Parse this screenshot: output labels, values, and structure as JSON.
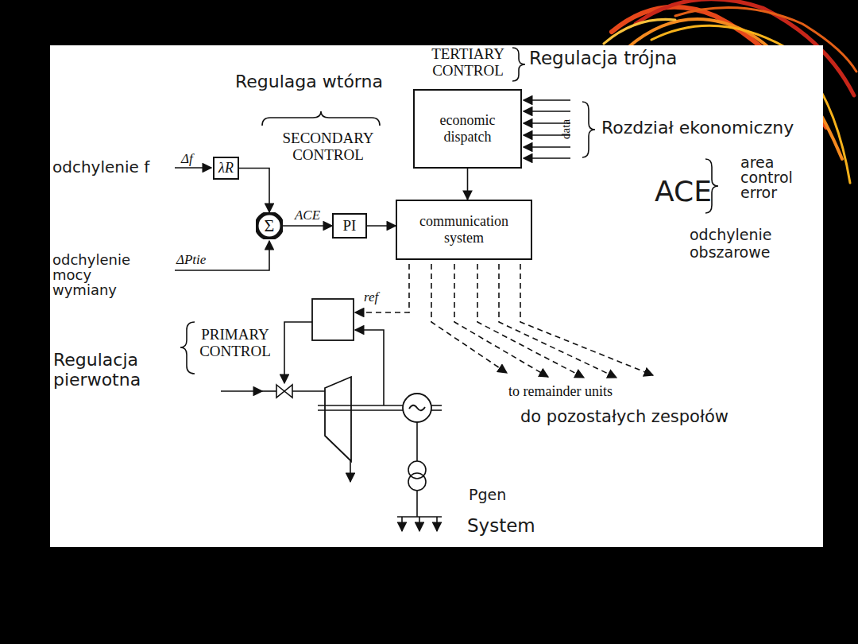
{
  "diagram": {
    "nodes": [
      {
        "text": [
          "λR"
        ]
      },
      {
        "text": [
          "Σ"
        ]
      },
      {
        "text": [
          "PI"
        ]
      },
      {
        "text": [
          "economic dispatch"
        ]
      },
      {
        "text": [
          "communication system"
        ]
      }
    ],
    "edges": [
      {
        "from": 0,
        "to": 1,
        "arrow": "to"
      },
      {
        "from": 1,
        "to": 2,
        "label": "ACE",
        "arrow": "to"
      },
      {
        "from": 2,
        "to": 4,
        "arrow": "to"
      },
      {
        "from": 3,
        "to": 4,
        "arrow": "to"
      }
    ],
    "labels": [
      "TERTIARY CONTROL",
      "Regulacja trójna",
      "Regulaga wtórna",
      "SECONDARY CONTROL",
      "data",
      "Rozdział ekonomiczny",
      "ACE",
      "area control error",
      "odchylenie obszarowe",
      "odchylenie f",
      "Δf",
      "odchylenie mocy wymiany",
      "ΔPtie",
      "ref",
      "PRIMARY CONTROL",
      "Regulacja pierwotna",
      "to remainder units",
      "do pozostałych zespołów",
      "Pgen",
      "System"
    ]
  }
}
